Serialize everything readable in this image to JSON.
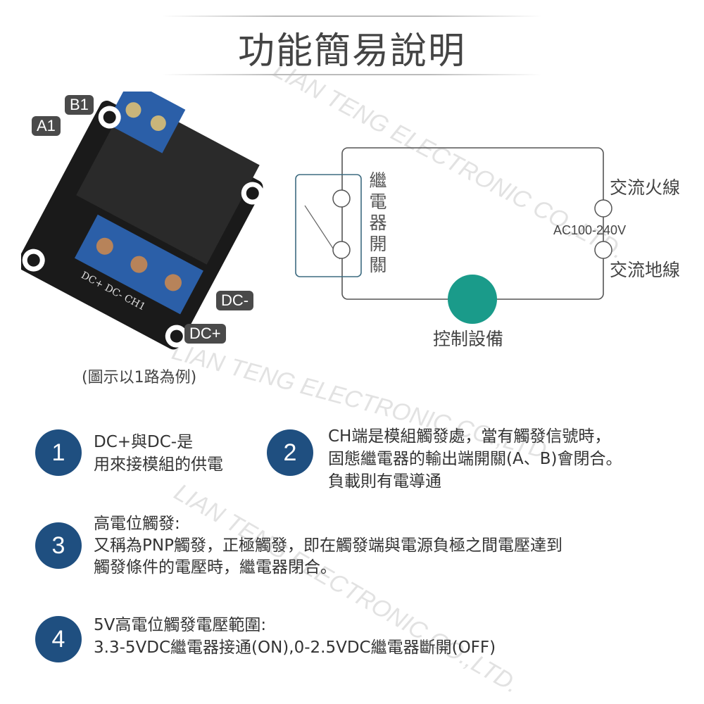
{
  "header": {
    "title": "功能簡易說明"
  },
  "photo": {
    "labels": {
      "b1": "B1",
      "a1": "A1",
      "dc_minus": "DC-",
      "dc_plus": "DC+"
    },
    "board_print": "DC+ DC- CH1",
    "caption": "(圖示以1路為例)"
  },
  "diagram": {
    "relay_switch": [
      "繼",
      "電",
      "器",
      "開",
      "關"
    ],
    "live": "交流火線",
    "voltage": "AC100-240V",
    "neutral": "交流地線",
    "control": "控制設備",
    "colors": {
      "control_node": "#1a9b8a",
      "relay_box": "#3d6b80",
      "wire": "#555555"
    }
  },
  "items": [
    {
      "num": "1",
      "lines": [
        "DC+與DC-是",
        "用來接模組的供電"
      ]
    },
    {
      "num": "2",
      "lines": [
        "CH端是模組觸發處，當有觸發信號時，",
        "固態繼電器的輸出端開關(A、B)會閉合。",
        "負載則有電導通"
      ]
    },
    {
      "num": "3",
      "lines": [
        "高電位觸發:",
        "又稱為PNP觸發，正極觸發，即在觸發端與電源負極之間電壓達到",
        "觸發條件的電壓時，繼電器閉合。"
      ]
    },
    {
      "num": "4",
      "lines": [
        "5V高電位觸發電壓範圍:",
        "3.3-5VDC繼電器接通(ON),0-2.5VDC繼電器斷開(OFF)"
      ]
    }
  ],
  "watermark": "LIAN TENG ELECTRONIC CO.,LTD.",
  "colors": {
    "badge": "#1f4f80",
    "tag": "#4a4a4a"
  }
}
